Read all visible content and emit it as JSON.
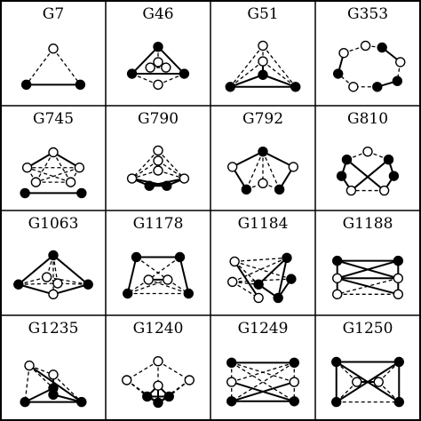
{
  "figure": {
    "rows": 4,
    "cols": 4,
    "line_color": "#000000",
    "fill_filled": "#000000",
    "fill_open": "#ffffff",
    "cells": [
      {
        "label": "G7",
        "nodes": [
          [
            0,
            -0.47,
            0
          ],
          [
            -0.62,
            0.52,
            1
          ],
          [
            0.62,
            0.52,
            1
          ]
        ],
        "solid": [
          [
            1,
            2
          ]
        ],
        "dashed": [
          [
            0,
            1
          ],
          [
            0,
            2
          ]
        ]
      },
      {
        "label": "G46",
        "nodes": [
          [
            0,
            -0.52,
            1
          ],
          [
            -0.6,
            0.22,
            1
          ],
          [
            0.6,
            0.22,
            1
          ],
          [
            0,
            -0.1,
            0
          ],
          [
            0,
            0.52,
            0
          ],
          [
            -0.18,
            0.05,
            0
          ],
          [
            0.18,
            0.05,
            0
          ]
        ],
        "solid": [
          [
            0,
            1
          ],
          [
            0,
            2
          ],
          [
            1,
            2
          ],
          [
            3,
            5
          ],
          [
            3,
            6
          ]
        ],
        "dashed": [
          [
            1,
            4
          ],
          [
            2,
            4
          ],
          [
            0,
            3
          ],
          [
            5,
            6
          ]
        ]
      },
      {
        "label": "G51",
        "nodes": [
          [
            0,
            -0.55,
            0
          ],
          [
            0,
            -0.12,
            0
          ],
          [
            0,
            0.25,
            1
          ],
          [
            -0.75,
            0.58,
            1
          ],
          [
            0.75,
            0.58,
            1
          ]
        ],
        "solid": [
          [
            2,
            3
          ],
          [
            2,
            4
          ],
          [
            3,
            4
          ],
          [
            1,
            2
          ]
        ],
        "dashed": [
          [
            0,
            3
          ],
          [
            0,
            4
          ],
          [
            0,
            1
          ],
          [
            1,
            3
          ],
          [
            1,
            4
          ]
        ]
      },
      {
        "label": "G353",
        "nodes": [
          [
            0.33,
            -0.5,
            1
          ],
          [
            0.75,
            -0.1,
            0
          ],
          [
            0.68,
            0.42,
            1
          ],
          [
            0.22,
            0.58,
            1
          ],
          [
            -0.33,
            0.58,
            0
          ],
          [
            -0.68,
            0.22,
            1
          ],
          [
            -0.55,
            -0.35,
            0
          ],
          [
            -0.05,
            -0.55,
            0
          ]
        ],
        "solid": [
          [
            0,
            1
          ],
          [
            2,
            3
          ],
          [
            5,
            6
          ]
        ],
        "dashed": [
          [
            1,
            2
          ],
          [
            3,
            4
          ],
          [
            4,
            5
          ],
          [
            6,
            7
          ],
          [
            7,
            0
          ]
        ]
      },
      {
        "label": "G745",
        "nodes": [
          [
            0,
            -0.5,
            0
          ],
          [
            0.6,
            -0.08,
            0
          ],
          [
            0.4,
            0.32,
            0
          ],
          [
            -0.4,
            0.32,
            0
          ],
          [
            -0.6,
            -0.08,
            0
          ],
          [
            -0.65,
            0.62,
            1
          ],
          [
            0.65,
            0.62,
            1
          ]
        ],
        "solid": [
          [
            0,
            1
          ],
          [
            0,
            4
          ],
          [
            5,
            6
          ]
        ],
        "dashed": [
          [
            1,
            2
          ],
          [
            2,
            3
          ],
          [
            3,
            4
          ],
          [
            0,
            2
          ],
          [
            0,
            3
          ],
          [
            1,
            3
          ],
          [
            2,
            4
          ],
          [
            1,
            4
          ]
        ]
      },
      {
        "label": "G790",
        "nodes": [
          [
            0,
            -0.55,
            0
          ],
          [
            0,
            -0.27,
            0
          ],
          [
            0,
            0.0,
            0
          ],
          [
            -0.6,
            0.22,
            0
          ],
          [
            0.6,
            0.22,
            0
          ],
          [
            -0.2,
            0.42,
            1
          ],
          [
            0.2,
            0.42,
            1
          ]
        ],
        "solid": [
          [
            3,
            5
          ],
          [
            4,
            6
          ],
          [
            3,
            6
          ],
          [
            4,
            5
          ],
          [
            5,
            6
          ]
        ],
        "dashed": [
          [
            0,
            3
          ],
          [
            0,
            4
          ],
          [
            1,
            3
          ],
          [
            1,
            4
          ],
          [
            2,
            3
          ],
          [
            2,
            4
          ]
        ]
      },
      {
        "label": "G792",
        "nodes": [
          [
            0,
            -0.52,
            1
          ],
          [
            -0.7,
            -0.1,
            0
          ],
          [
            0.7,
            -0.1,
            0
          ],
          [
            -0.38,
            0.52,
            1
          ],
          [
            0,
            0.35,
            0
          ],
          [
            0.38,
            0.52,
            1
          ]
        ],
        "solid": [
          [
            0,
            1
          ],
          [
            0,
            2
          ],
          [
            1,
            3
          ],
          [
            2,
            5
          ]
        ],
        "dashed": [
          [
            0,
            3
          ],
          [
            0,
            4
          ],
          [
            0,
            5
          ],
          [
            3,
            4
          ],
          [
            4,
            5
          ]
        ]
      },
      {
        "label": "G810",
        "nodes": [
          [
            0,
            -0.52,
            0
          ],
          [
            0.48,
            -0.3,
            1
          ],
          [
            0.6,
            0.15,
            1
          ],
          [
            0.38,
            0.55,
            0
          ],
          [
            -0.38,
            0.55,
            0
          ],
          [
            -0.6,
            0.15,
            1
          ],
          [
            -0.48,
            -0.3,
            1
          ]
        ],
        "solid": [
          [
            1,
            2
          ],
          [
            5,
            6
          ],
          [
            1,
            4
          ],
          [
            6,
            3
          ],
          [
            2,
            3
          ],
          [
            5,
            4
          ]
        ],
        "dashed": [
          [
            0,
            1
          ],
          [
            0,
            6
          ],
          [
            3,
            4
          ]
        ]
      },
      {
        "label": "G1063",
        "nodes": [
          [
            0,
            -0.55,
            1
          ],
          [
            -0.8,
            0.25,
            1
          ],
          [
            0.8,
            0.25,
            1
          ],
          [
            0,
            0.52,
            0
          ],
          [
            -0.15,
            0.05,
            0
          ],
          [
            0.1,
            0.22,
            0
          ]
        ],
        "solid": [
          [
            0,
            1
          ],
          [
            0,
            2
          ],
          [
            1,
            3
          ],
          [
            2,
            3
          ]
        ],
        "dashed": [
          [
            0,
            3
          ],
          [
            0,
            4
          ],
          [
            0,
            5
          ],
          [
            1,
            4
          ],
          [
            1,
            5
          ],
          [
            2,
            4
          ],
          [
            2,
            5
          ],
          [
            4,
            5
          ]
        ]
      },
      {
        "label": "G1178",
        "nodes": [
          [
            -0.5,
            -0.5,
            1
          ],
          [
            0.5,
            -0.5,
            1
          ],
          [
            -0.22,
            0.12,
            0
          ],
          [
            0.22,
            0.12,
            0
          ],
          [
            -0.7,
            0.5,
            1
          ],
          [
            0.7,
            0.5,
            1
          ]
        ],
        "solid": [
          [
            0,
            1
          ],
          [
            0,
            4
          ],
          [
            1,
            5
          ],
          [
            2,
            3
          ]
        ],
        "dashed": [
          [
            0,
            3
          ],
          [
            1,
            2
          ],
          [
            2,
            4
          ],
          [
            3,
            5
          ],
          [
            2,
            5
          ],
          [
            3,
            4
          ],
          [
            4,
            5
          ]
        ]
      },
      {
        "label": "G1184",
        "nodes": [
          [
            -0.65,
            -0.38,
            0
          ],
          [
            0.55,
            -0.48,
            1
          ],
          [
            -0.7,
            0.18,
            0
          ],
          [
            -0.1,
            0.25,
            1
          ],
          [
            0.65,
            0.1,
            1
          ],
          [
            -0.1,
            0.62,
            0
          ],
          [
            0.35,
            0.62,
            1
          ]
        ],
        "solid": [
          [
            0,
            5
          ],
          [
            1,
            6
          ],
          [
            1,
            3
          ],
          [
            4,
            6
          ],
          [
            3,
            6
          ]
        ],
        "dashed": [
          [
            0,
            1
          ],
          [
            0,
            4
          ],
          [
            2,
            1
          ],
          [
            2,
            3
          ],
          [
            2,
            4
          ],
          [
            0,
            3
          ],
          [
            2,
            5
          ]
        ]
      },
      {
        "label": "G1188",
        "nodes": [
          [
            -0.7,
            -0.4,
            1
          ],
          [
            0.7,
            -0.4,
            1
          ],
          [
            -0.7,
            0.08,
            0
          ],
          [
            0.7,
            0.08,
            0
          ],
          [
            -0.7,
            0.52,
            0
          ],
          [
            0.7,
            0.52,
            0
          ]
        ],
        "solid": [
          [
            0,
            1
          ],
          [
            0,
            3
          ],
          [
            1,
            2
          ],
          [
            2,
            3
          ],
          [
            2,
            5
          ],
          [
            0,
            4
          ],
          [
            1,
            5
          ]
        ],
        "dashed": [
          [
            0,
            2
          ],
          [
            1,
            3
          ],
          [
            3,
            4
          ],
          [
            4,
            5
          ]
        ]
      },
      {
        "label": "G1235",
        "nodes": [
          [
            -0.55,
            -0.4,
            0
          ],
          [
            0,
            -0.15,
            0
          ],
          [
            0,
            0.22,
            1
          ],
          [
            0,
            0.4,
            1
          ],
          [
            -0.65,
            0.6,
            1
          ],
          [
            0.65,
            0.6,
            1
          ]
        ],
        "solid": [
          [
            0,
            5
          ],
          [
            2,
            4
          ],
          [
            3,
            5
          ],
          [
            4,
            5
          ],
          [
            1,
            2
          ]
        ],
        "dashed": [
          [
            0,
            1
          ],
          [
            0,
            2
          ],
          [
            0,
            4
          ],
          [
            1,
            3
          ],
          [
            1,
            5
          ]
        ]
      },
      {
        "label": "G1240",
        "nodes": [
          [
            0,
            -0.52,
            0
          ],
          [
            -0.72,
            0.0,
            0
          ],
          [
            0.72,
            0.0,
            0
          ],
          [
            0,
            0.15,
            0
          ],
          [
            -0.25,
            0.45,
            1
          ],
          [
            0.25,
            0.45,
            1
          ],
          [
            0,
            0.62,
            1
          ]
        ],
        "solid": [
          [
            3,
            4
          ],
          [
            3,
            5
          ],
          [
            4,
            5
          ],
          [
            4,
            6
          ],
          [
            5,
            6
          ],
          [
            3,
            6
          ]
        ],
        "dashed": [
          [
            0,
            1
          ],
          [
            0,
            2
          ],
          [
            1,
            4
          ],
          [
            2,
            5
          ],
          [
            0,
            3
          ],
          [
            1,
            6
          ],
          [
            2,
            6
          ]
        ]
      },
      {
        "label": "G1249",
        "nodes": [
          [
            -0.72,
            -0.48,
            1
          ],
          [
            0.72,
            -0.48,
            1
          ],
          [
            -0.72,
            0.05,
            0
          ],
          [
            0.72,
            0.05,
            0
          ],
          [
            -0.72,
            0.58,
            1
          ],
          [
            0.72,
            0.58,
            1
          ]
        ],
        "solid": [
          [
            0,
            1
          ],
          [
            4,
            5
          ],
          [
            2,
            5
          ],
          [
            3,
            4
          ]
        ],
        "dashed": [
          [
            0,
            2
          ],
          [
            1,
            3
          ],
          [
            2,
            4
          ],
          [
            3,
            5
          ],
          [
            0,
            3
          ],
          [
            1,
            2
          ],
          [
            0,
            5
          ],
          [
            1,
            4
          ]
        ]
      },
      {
        "label": "G1250",
        "nodes": [
          [
            -0.72,
            -0.5,
            1
          ],
          [
            0.72,
            -0.5,
            1
          ],
          [
            -0.25,
            0.05,
            0
          ],
          [
            0.25,
            0.05,
            0
          ],
          [
            -0.72,
            0.6,
            1
          ],
          [
            0.72,
            0.6,
            1
          ]
        ],
        "solid": [
          [
            0,
            1
          ],
          [
            0,
            4
          ],
          [
            1,
            5
          ],
          [
            0,
            5
          ],
          [
            1,
            4
          ],
          [
            2,
            3
          ]
        ],
        "dashed": [
          [
            0,
            2
          ],
          [
            1,
            3
          ],
          [
            2,
            4
          ],
          [
            3,
            5
          ],
          [
            4,
            5
          ]
        ]
      }
    ]
  }
}
